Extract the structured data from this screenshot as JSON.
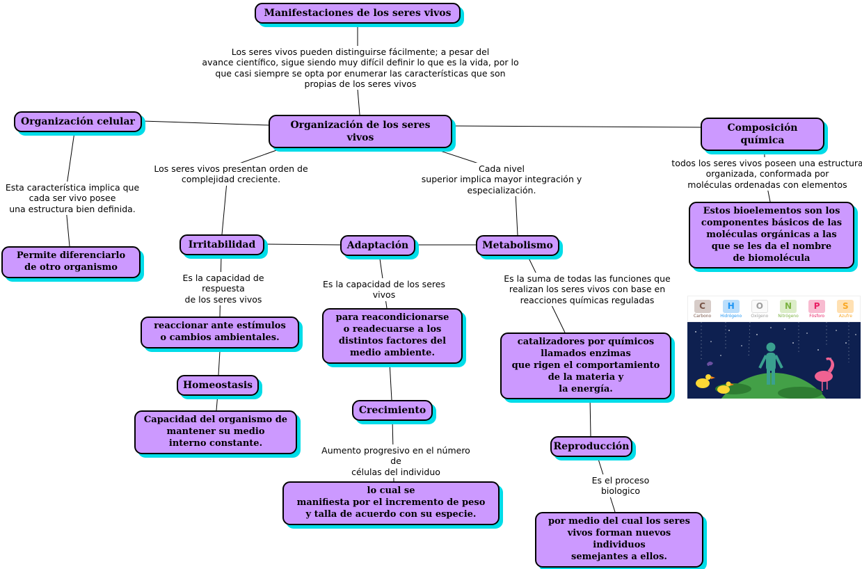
{
  "boxes": {
    "title": "Manifestaciones de los seres vivos",
    "org_celular": "Organización celular",
    "org_seres": "Organización de los seres vivos",
    "comp_quimica": "Composición química",
    "permite": "Permite diferenciarlo\nde otro organismo",
    "bioelementos": "Estos bioelementos son los\ncomponentes básicos de las\nmoléculas orgánicas a las\nque se les da el nombre\nde biomolécula",
    "irritabilidad": "Irritabilidad",
    "adaptacion": "Adaptación",
    "metabolismo": "Metabolismo",
    "reaccionar": "reaccionar ante estímulos\no cambios ambientales.",
    "reacondicionarse": "para reacondicionarse\no readecuarse a los\ndistintos factores del\nmedio ambiente.",
    "catalizadores": "catalizadores por químicos\nllamados enzimas\nque rigen el comportamiento\nde la materia y\nla energía.",
    "homeostasis": "Homeostasis",
    "capacidad": "Capacidad del organismo de\nmantener su medio\ninterno constante.",
    "crecimiento": "Crecimiento",
    "manifiesta": "lo cual se\nmanifiesta por el incremento de peso\ny talla de acuerdo con su especie.",
    "reproduccion": "Reproducción",
    "por_medio": "por medio del cual los seres\nvivos forman nuevos\nindividuos\nsemejantes a ellos."
  },
  "texts": {
    "intro": "Los seres vivos pueden distinguirse fácilmente; a pesar del\navance científico, sigue siendo muy difícil definir lo que es la vida, por lo\nque casi siempre se opta por enumerar las características que son\npropias de los seres vivos",
    "celular": "Esta característica implica que\ncada ser vivo posee\nuna estructura bien definida.",
    "orden": "Los seres vivos presentan orden de\ncomplejidad creciente.",
    "nivel": "Cada nivel\nsuperior implica mayor integración y\nespecialización.",
    "quimica": "todos los seres vivos poseen una estructura\norganizada, conformada por\nmoléculas ordenadas con elementos",
    "respuesta": "Es la capacidad de respuesta\nde los seres vivos",
    "capacidad_vivos": "Es la capacidad de los seres vivos",
    "suma": "Es la suma de todas las funciones que\nrealizan los seres vivos con base en\nreacciones químicas reguladas",
    "aumento": "Aumento progresivo en el número de\ncélulas del individuo",
    "proceso": "Es el proceso biologico"
  },
  "elements": [
    {
      "symbol": "C",
      "name": "Carbono",
      "color": "#795548"
    },
    {
      "symbol": "H",
      "name": "Hidrógeno",
      "color": "#2196f3"
    },
    {
      "symbol": "O",
      "name": "Oxígeno",
      "color": "#9e9e9e"
    },
    {
      "symbol": "N",
      "name": "Nitrógeno",
      "color": "#7cb342"
    },
    {
      "symbol": "P",
      "name": "Fósforo",
      "color": "#e91e63"
    },
    {
      "symbol": "S",
      "name": "Azufre",
      "color": "#f9a825"
    }
  ],
  "colors": {
    "box_fill": "#cc99ff",
    "box_shadow": "#00dce8",
    "box_border": "#000000",
    "illustration_bg": "#0e2050"
  }
}
